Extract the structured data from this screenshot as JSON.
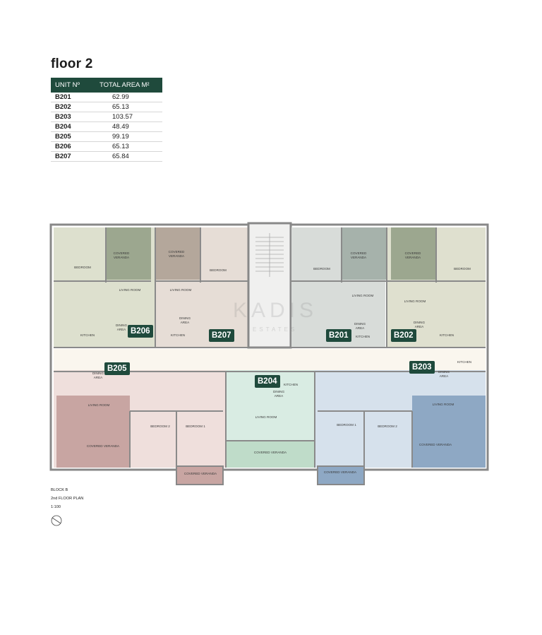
{
  "title": "floor 2",
  "table": {
    "headers": [
      "UNIT Nº",
      "TOTAL AREA M²"
    ],
    "rows": [
      {
        "unit": "B201",
        "area": "62.99"
      },
      {
        "unit": "B202",
        "area": "65.13"
      },
      {
        "unit": "B203",
        "area": "103.57"
      },
      {
        "unit": "B204",
        "area": "48.49"
      },
      {
        "unit": "B205",
        "area": "99.19"
      },
      {
        "unit": "B206",
        "area": "65.13"
      },
      {
        "unit": "B207",
        "area": "65.84"
      }
    ]
  },
  "units": {
    "b201": "B201",
    "b202": "B202",
    "b203": "B203",
    "b204": "B204",
    "b205": "B205",
    "b206": "B206",
    "b207": "B207"
  },
  "rooms": {
    "bedroom": "BEDROOM",
    "bedroom1": "BEDROOM 1",
    "bedroom2": "BEDROOM 2",
    "living": "LIVING ROOM",
    "kitchen": "KITCHEN",
    "dining1": "DINING",
    "dining2": "AREA",
    "covered1": "COVERED",
    "covered2": "VERANDA",
    "covered_full": "COVERED VERANDA"
  },
  "watermark": {
    "main": "KADIS",
    "sub": "ESTATES"
  },
  "plan_info": {
    "block": "BLOCK B",
    "plan": "2nd FLOOR PLAN",
    "scale": "1:100"
  },
  "colors": {
    "unit_tag": "#1f4a3c",
    "b206": "#dde0ce",
    "b207": "#e6ddd6",
    "b201": "#d8dcd9",
    "b202": "#dfe0cf",
    "b205": "#efdfdc",
    "b204": "#d9ece3",
    "b203": "#d6e1ec",
    "veranda_green": "#9ca78f",
    "veranda_brown": "#b4a79b",
    "veranda_gray": "#a6b2ab",
    "veranda_pink": "#c8a5a2",
    "veranda_blue": "#8ea8c4",
    "veranda_mint": "#bfdcc9"
  }
}
